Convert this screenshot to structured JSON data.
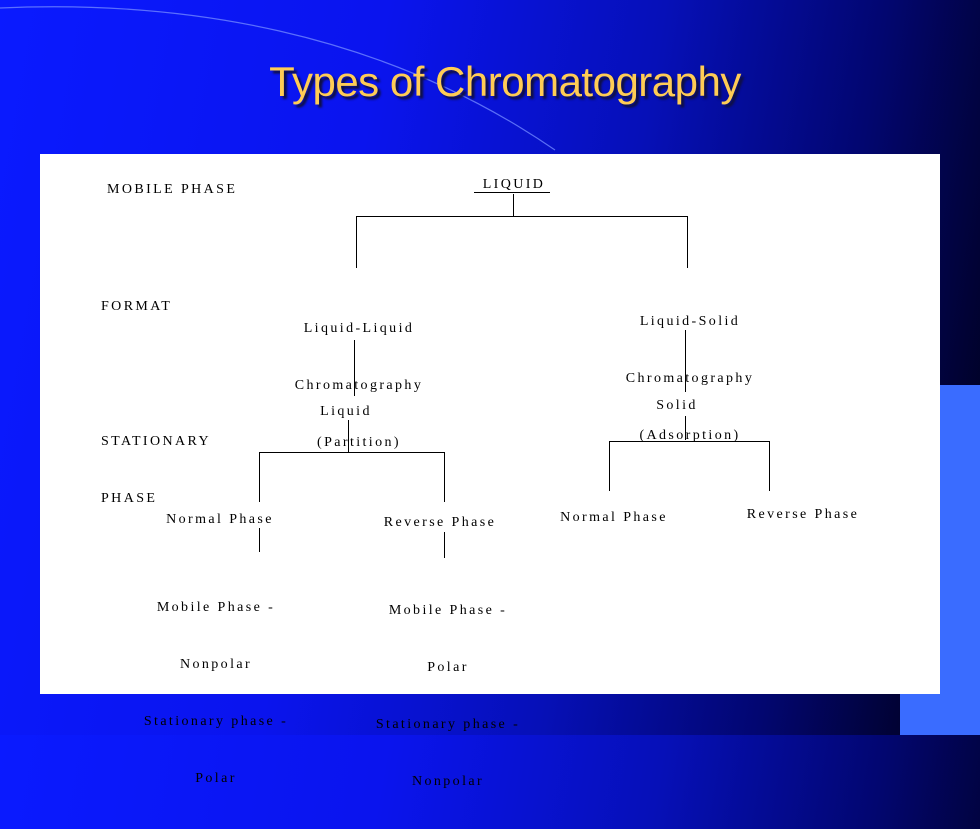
{
  "slide": {
    "title": "Types of Chromatography"
  },
  "diagram": {
    "row_labels": {
      "mobile": "MOBILE PHASE",
      "format": "FORMAT",
      "stationary_line1": "STATIONARY",
      "stationary_line2": "PHASE"
    },
    "root": "LIQUID",
    "format_left": {
      "line1": "Liquid-Liquid",
      "line2": "Chromatography",
      "line3": "(Partition)"
    },
    "format_right": {
      "line1": "Liquid-Solid",
      "line2": "Chromatography",
      "line3": "(Adsorption)"
    },
    "stationary_left": "Liquid",
    "stationary_right": "Solid",
    "leaves": {
      "ll_normal": "Normal Phase",
      "ll_reverse": "Reverse Phase",
      "ls_normal": "Normal Phase",
      "ls_reverse": "Reverse Phase"
    },
    "descriptions": {
      "normal": {
        "line1": "Mobile Phase -",
        "line2": "Nonpolar",
        "line3": "Stationary phase -",
        "line4": "Polar"
      },
      "reverse": {
        "line1": "Mobile Phase -",
        "line2": "Polar",
        "line3": "Stationary phase -",
        "line4": "Nonpolar"
      }
    }
  }
}
